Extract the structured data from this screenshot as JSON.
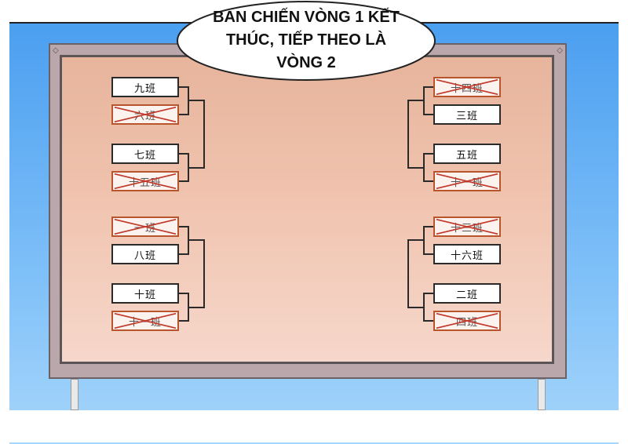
{
  "speech_bubble": {
    "line1": "BAN CHIẾN VÒNG 1 KẾT",
    "line2": "THÚC, TIẾP THEO LÀ",
    "line3": "VÒNG 2"
  },
  "bracket": {
    "left": [
      {
        "label": "九班",
        "eliminated": false
      },
      {
        "label": "六班",
        "eliminated": true
      },
      {
        "label": "七班",
        "eliminated": false
      },
      {
        "label": "十五班",
        "eliminated": true
      },
      {
        "label": "一班",
        "eliminated": true
      },
      {
        "label": "八班",
        "eliminated": false
      },
      {
        "label": "十班",
        "eliminated": false
      },
      {
        "label": "十一班",
        "eliminated": true
      }
    ],
    "right": [
      {
        "label": "十四班",
        "eliminated": true
      },
      {
        "label": "三班",
        "eliminated": false
      },
      {
        "label": "五班",
        "eliminated": false
      },
      {
        "label": "十一班",
        "eliminated": true
      },
      {
        "label": "十三班",
        "eliminated": true
      },
      {
        "label": "十六班",
        "eliminated": false
      },
      {
        "label": "二班",
        "eliminated": false
      },
      {
        "label": "四班",
        "eliminated": true
      }
    ]
  },
  "colors": {
    "sky": "#5aa8f2",
    "board": "#efc0aa",
    "cross": "#c0392b"
  }
}
